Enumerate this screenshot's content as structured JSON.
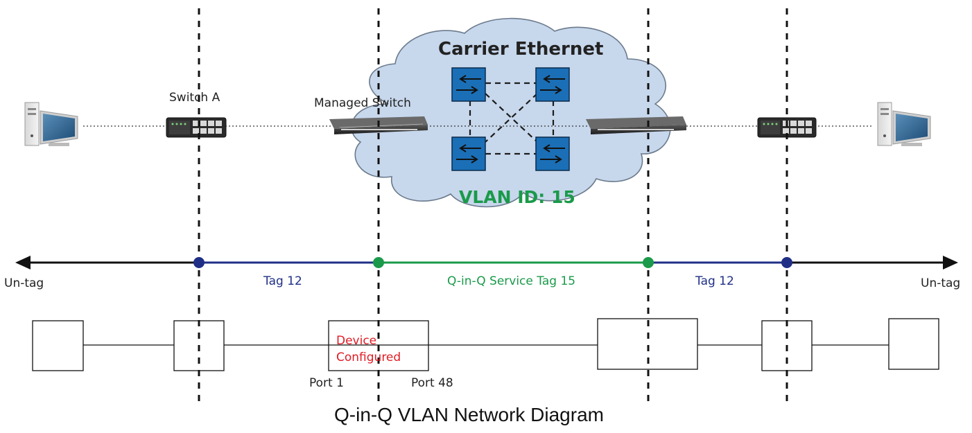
{
  "cloud": {
    "title": "Carrier Ethernet",
    "vlan_id": "VLAN ID: 15"
  },
  "devices": {
    "switch_a": "Switch A",
    "managed_switch": "Managed Switch"
  },
  "segments": {
    "left_untag": "Un-tag",
    "left_tag": "Tag 12",
    "service_tag": "Q-in-Q Service Tag 15",
    "right_tag": "Tag 12",
    "right_untag": "Un-tag"
  },
  "boxes": {
    "configured_line1": "Device",
    "configured_line2": "Configured",
    "port_left": "Port 1",
    "port_right": "Port 48"
  },
  "caption": "Q-in-Q VLAN Network Diagram",
  "colors": {
    "tag": "#1f2f86",
    "service_tag": "#1a9a4a",
    "cloud_fill": "#c7d7ec",
    "switch_icon": "#1b6fb6",
    "configured_text": "#e11b24"
  }
}
